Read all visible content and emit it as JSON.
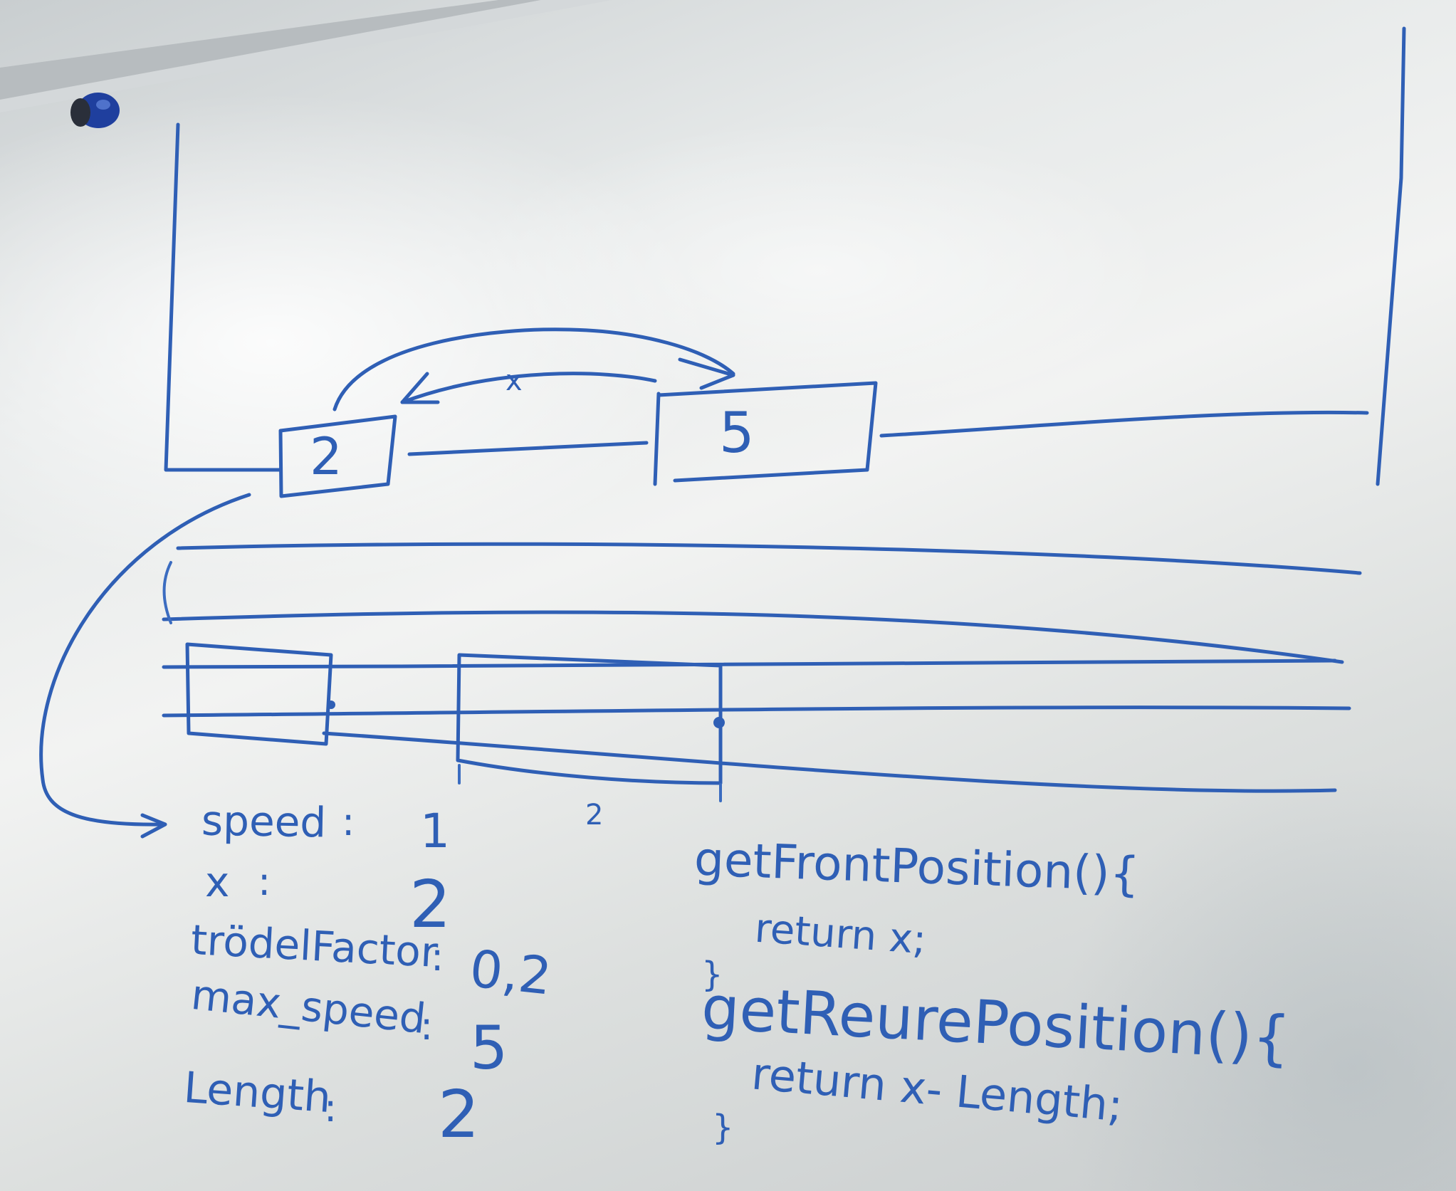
{
  "diagram": {
    "car_left_value": "2",
    "car_right_value": "5",
    "gap_label": "x",
    "tick_label": "2"
  },
  "properties": [
    {
      "name": "speed",
      "sep": ":",
      "value": "1"
    },
    {
      "name": "x",
      "sep": ":",
      "value": "2"
    },
    {
      "name": "trödelFactor",
      "sep": ":",
      "value": "0,2"
    },
    {
      "name": "max_speed",
      "sep": ":",
      "value": "5"
    },
    {
      "name": "Length",
      "sep": ":",
      "value": "2"
    }
  ],
  "code": {
    "line1": "getFrontPosition(){",
    "line2": "return x;",
    "line3": "}",
    "line4": "getReurePosition(){",
    "line5": "return x- Length;",
    "line6": "}"
  },
  "colors": {
    "ink": "#2f5fb5",
    "magnet": "#1f3f9e"
  },
  "icons": [
    "magnet-icon"
  ]
}
